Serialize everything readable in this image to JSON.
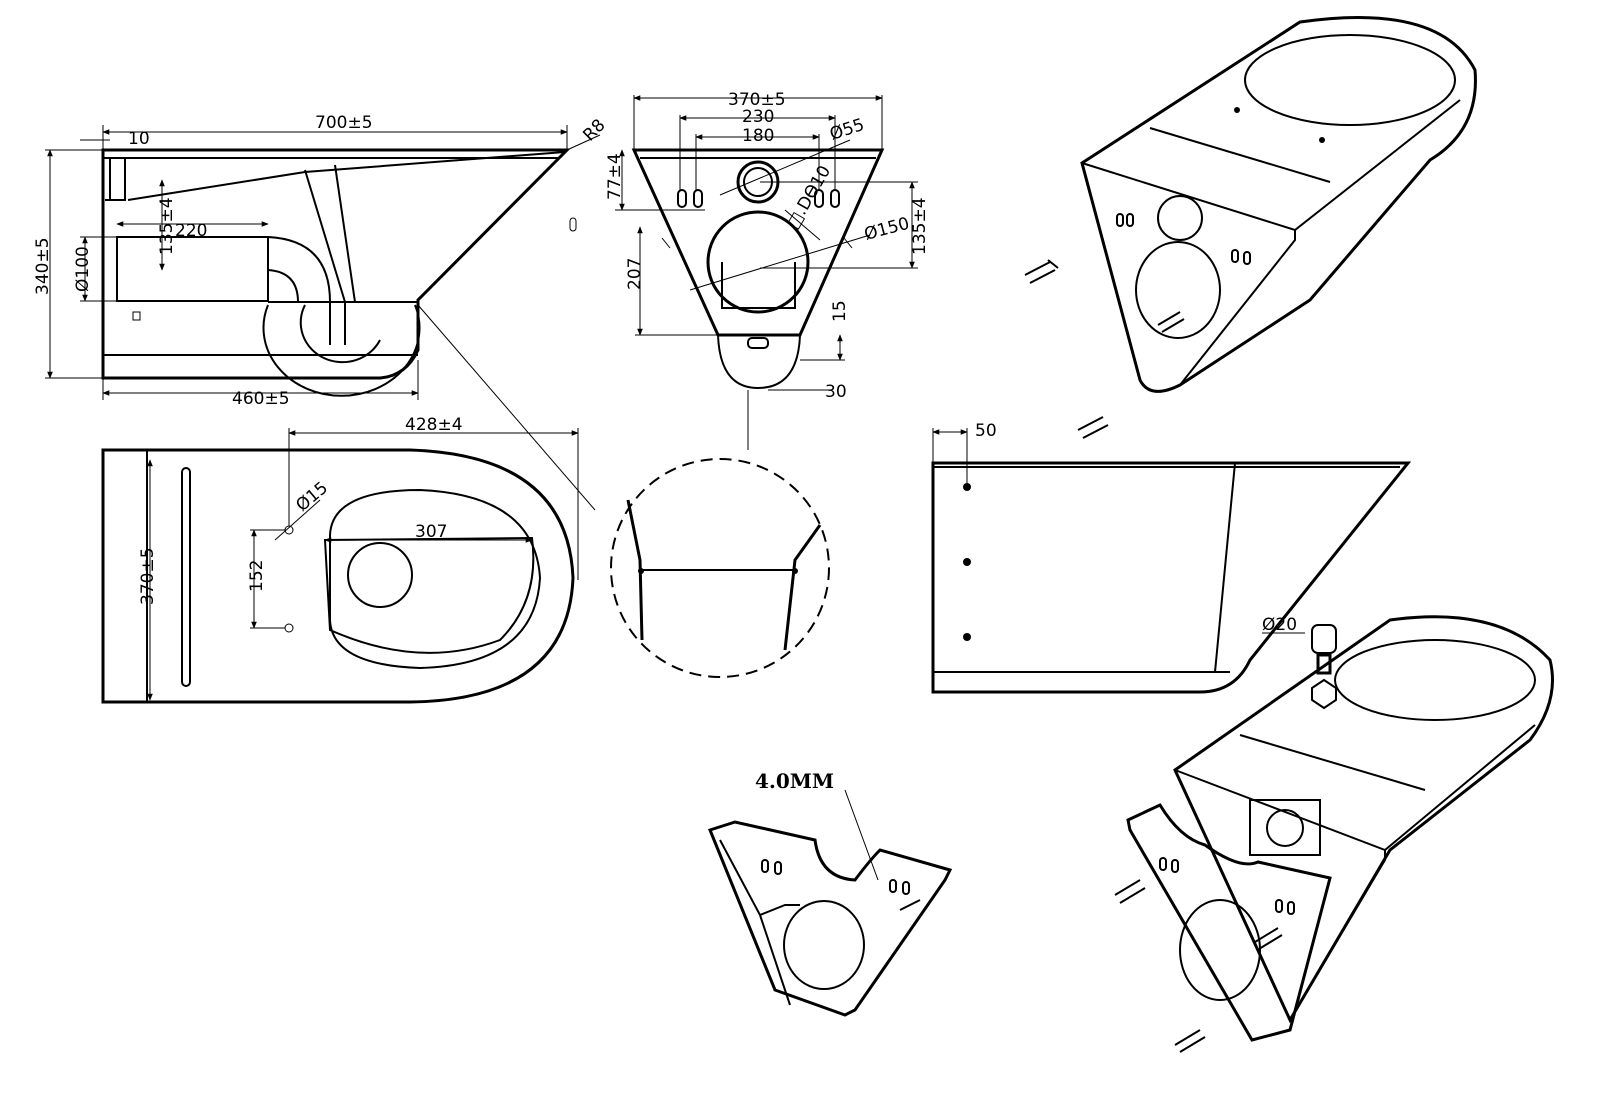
{
  "drawing": {
    "side_view": {
      "overall_length": "700±5",
      "wall_offset": "10",
      "tip_radius": "R8",
      "overall_height": "340±5",
      "outlet_diameter": "Ø100",
      "outlet_length": "220",
      "outlet_height": "135±4",
      "base_length": "460±5"
    },
    "front_view": {
      "overall_width": "370±5",
      "slot_spacing_outer": "230",
      "slot_spacing_inner": "180",
      "inlet_diameter": "Ø55",
      "inlet_height": "77±4",
      "slot_label": "□.DƟ10",
      "outlet_diameter": "Ø150",
      "outlet_height": "135±4",
      "depth": "207",
      "base_offset": "15",
      "foot_width": "30"
    },
    "top_view": {
      "bowl_length": "428±4",
      "hole_diameter": "Ø15",
      "hole_spacing": "152",
      "bowl_width": "307",
      "overall_width": "370±5"
    },
    "flat_view": {
      "edge_offset": "50",
      "bolt_diameter": "Ø20"
    },
    "bracket": {
      "thickness_note": "4.0MM"
    }
  }
}
